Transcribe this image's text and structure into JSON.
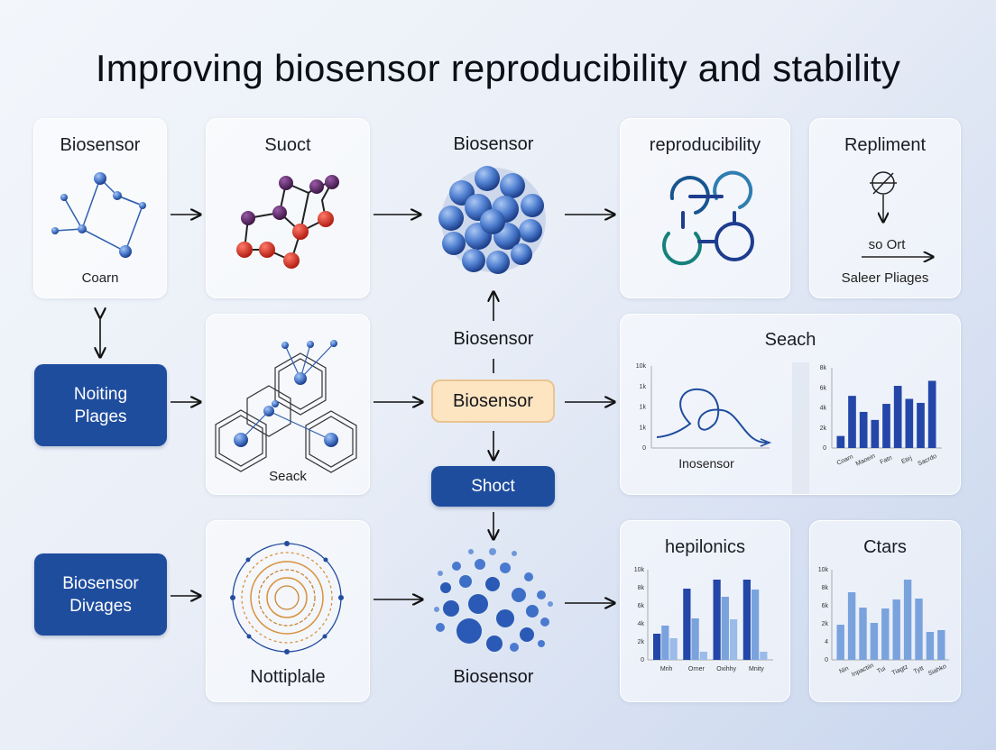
{
  "title": "Improving biosensor reproducibility and stability",
  "row1": {
    "card1": {
      "label": "Biosensor",
      "sub": "Coarn"
    },
    "card2": {
      "label": "Suoct"
    },
    "center_label": "Biosensor",
    "card4": {
      "label": "reproducibility"
    },
    "card5": {
      "label": "Repliment",
      "line1": "so Ort",
      "line2": "Saleer Pliages"
    }
  },
  "row2": {
    "btn_left": "Noiting Plages",
    "card_mid": {
      "sub": "Seack"
    },
    "center_top_label": "Biosensor",
    "center_pill": "Biosensor",
    "center_btn": "Shoct",
    "chart_card": {
      "label": "Seach",
      "line_caption": "Inosensor"
    }
  },
  "row3": {
    "btn_left": "Biosensor Divages",
    "card_mid": {
      "label": "Nottiplale"
    },
    "center_label": "Biosensor",
    "chart1_title": "hepilonics",
    "chart2_title": "Ctars"
  },
  "colors": {
    "accent": "#1f4d9e",
    "pill": "#fde5c2",
    "bar_dark": "#2346a8",
    "bar_light": "#7aa3dd"
  },
  "chart_data": [
    {
      "type": "line",
      "title": "Seach",
      "xlabel": "Inosensor",
      "y_ticks": [
        "10k",
        "1k",
        "1k",
        "1k",
        "0"
      ],
      "ylim": [
        0,
        10
      ]
    },
    {
      "type": "bar",
      "title": "",
      "y_ticks": [
        "8k",
        "6k",
        "4k",
        "2k",
        "0"
      ],
      "categories": [
        "Coarn",
        "Maoein",
        "Fatn",
        "Etirj",
        "Sacrdo"
      ],
      "values": [
        1.2,
        5.2,
        3.6,
        2.8,
        4.4,
        6.2,
        4.9,
        4.5,
        6.7
      ],
      "ylim": [
        0,
        8
      ]
    },
    {
      "type": "bar",
      "title": "hepilonics",
      "y_ticks": [
        "10k",
        "8k",
        "6k",
        "4k",
        "2k",
        "0"
      ],
      "categories": [
        "Mrih",
        "Orner",
        "Oxihhy",
        "Mnity"
      ],
      "series": [
        {
          "values": [
            2.9,
            7.9,
            8.9,
            8.9
          ]
        },
        {
          "values": [
            3.8,
            4.6,
            7.0,
            7.8
          ]
        },
        {
          "values": [
            2.4,
            0.9,
            4.5,
            0.9
          ]
        }
      ],
      "ylim": [
        0,
        10
      ]
    },
    {
      "type": "bar",
      "title": "Ctars",
      "y_ticks": [
        "10k",
        "8k",
        "6k",
        "2k",
        "4",
        "0"
      ],
      "categories": [
        "Nin",
        "Inpactiin",
        "Tui",
        "Tiagtz",
        "Tytt",
        "Siahko"
      ],
      "values": [
        3.9,
        7.5,
        5.8,
        4.1,
        5.7,
        6.7,
        8.9,
        6.8,
        3.1,
        3.3
      ],
      "ylim": [
        0,
        10
      ]
    }
  ]
}
